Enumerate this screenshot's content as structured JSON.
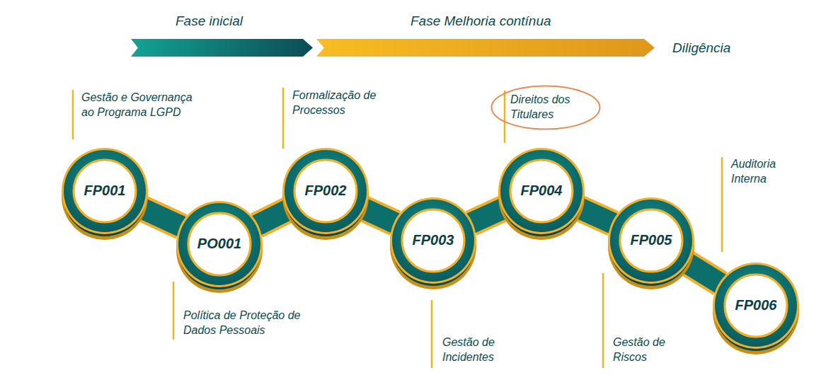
{
  "diagram": {
    "nodes": [
      {
        "text": [
          "FP001"
        ]
      },
      {
        "text": [
          "PO001"
        ]
      },
      {
        "text": [
          "FP002"
        ]
      },
      {
        "text": [
          "FP003"
        ]
      },
      {
        "text": [
          "FP004"
        ]
      },
      {
        "text": [
          "Direitos dos Titulares"
        ]
      },
      {
        "text": [
          "FP005"
        ]
      },
      {
        "text": [
          "FP006"
        ]
      }
    ],
    "edges": [
      {
        "from": 0,
        "to": 1,
        "arrow": "none"
      },
      {
        "from": 1,
        "to": 2,
        "arrow": "none"
      },
      {
        "from": 2,
        "to": 3,
        "arrow": "none"
      },
      {
        "from": 3,
        "to": 4,
        "arrow": "none"
      },
      {
        "from": 4,
        "to": 6,
        "arrow": "none"
      },
      {
        "from": 6,
        "to": 7,
        "arrow": "none"
      }
    ],
    "labels": [
      "Fase inicial",
      "Fase Melhoria contínua",
      "Diligência",
      "Gestão e Governança ao Programa LGPD",
      "Formalização de Processos",
      "Política de Proteção de Dados Pessoais",
      "Gestão de Incidentes",
      "Gestão de Riscos",
      "Auditoria Interna"
    ]
  }
}
